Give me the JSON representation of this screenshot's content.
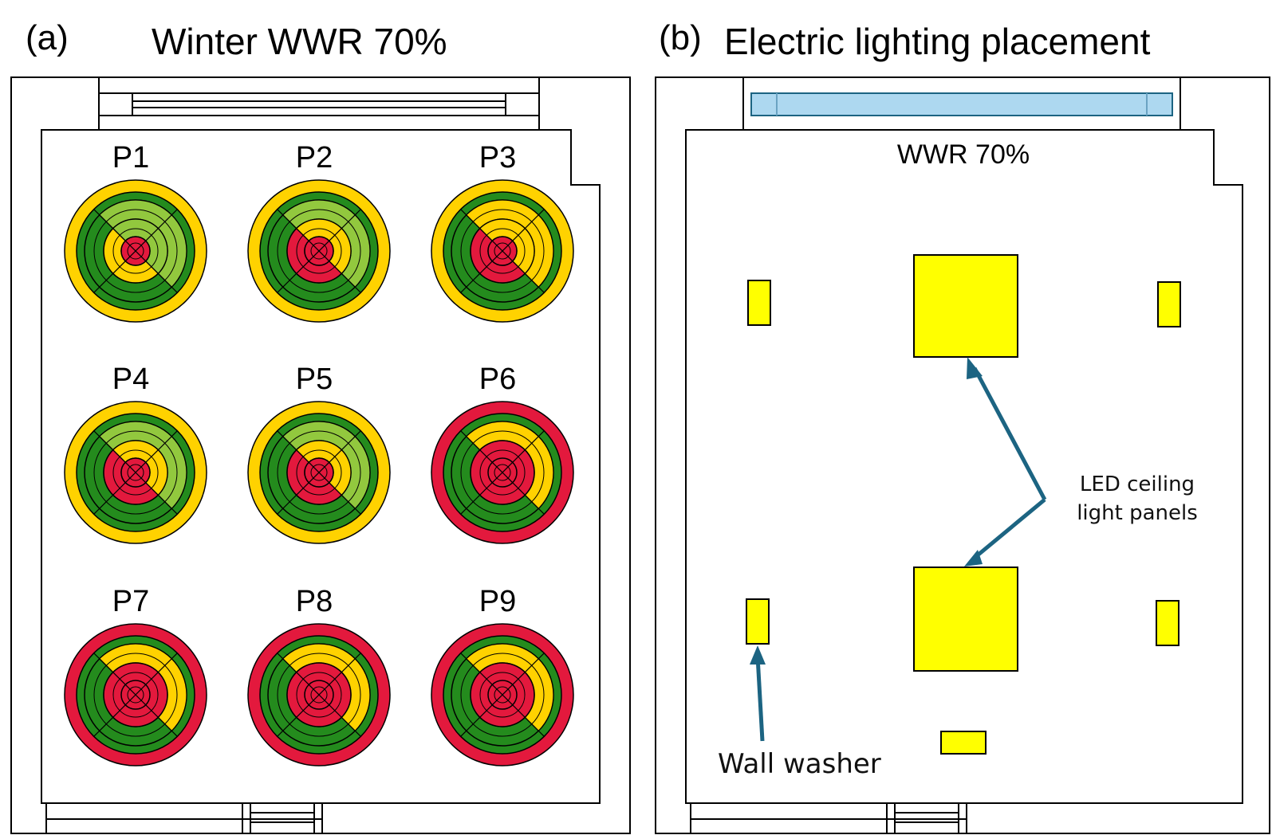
{
  "panel_a": {
    "tag": "(a)",
    "title": "Winter WWR 70%",
    "colors": {
      "red": "#e3193d",
      "yellow": "#ffd200",
      "dark_green": "#248b1d",
      "light_green": "#92c83e"
    },
    "sensors": [
      {
        "label": "P1",
        "rings": [
          {
            "fill": "red"
          },
          {
            "fill": "yellow",
            "partial": "light_green"
          },
          {
            "fill": "dark_green",
            "partial": "light_green"
          },
          {
            "fill": "dark_green"
          },
          {
            "fill": "yellow"
          }
        ]
      },
      {
        "label": "P2",
        "rings": [
          {
            "fill": "red"
          },
          {
            "fill": "red",
            "partial": "yellow"
          },
          {
            "fill": "dark_green",
            "partial": "light_green"
          },
          {
            "fill": "dark_green"
          },
          {
            "fill": "yellow"
          }
        ]
      },
      {
        "label": "P3",
        "rings": [
          {
            "fill": "red"
          },
          {
            "fill": "red",
            "partial": "yellow"
          },
          {
            "fill": "dark_green",
            "partial": "yellow"
          },
          {
            "fill": "dark_green"
          },
          {
            "fill": "yellow"
          }
        ]
      },
      {
        "label": "P4",
        "rings": [
          {
            "fill": "red"
          },
          {
            "fill": "red",
            "partial": "yellow"
          },
          {
            "fill": "dark_green",
            "partial": "light_green"
          },
          {
            "fill": "dark_green"
          },
          {
            "fill": "yellow"
          }
        ]
      },
      {
        "label": "P5",
        "rings": [
          {
            "fill": "red"
          },
          {
            "fill": "red",
            "partial": "yellow"
          },
          {
            "fill": "dark_green",
            "partial": "light_green"
          },
          {
            "fill": "dark_green"
          },
          {
            "fill": "yellow"
          }
        ]
      },
      {
        "label": "P6",
        "rings": [
          {
            "fill": "red"
          },
          {
            "fill": "red"
          },
          {
            "fill": "dark_green",
            "partial": "yellow"
          },
          {
            "fill": "dark_green"
          },
          {
            "fill": "red"
          }
        ]
      },
      {
        "label": "P7",
        "rings": [
          {
            "fill": "red"
          },
          {
            "fill": "red"
          },
          {
            "fill": "dark_green",
            "partial": "yellow"
          },
          {
            "fill": "dark_green"
          },
          {
            "fill": "red"
          }
        ]
      },
      {
        "label": "P8",
        "rings": [
          {
            "fill": "red"
          },
          {
            "fill": "red"
          },
          {
            "fill": "dark_green",
            "partial": "yellow"
          },
          {
            "fill": "dark_green"
          },
          {
            "fill": "red"
          }
        ]
      },
      {
        "label": "P9",
        "rings": [
          {
            "fill": "red"
          },
          {
            "fill": "red"
          },
          {
            "fill": "dark_green",
            "partial": "yellow"
          },
          {
            "fill": "dark_green"
          },
          {
            "fill": "red"
          }
        ]
      }
    ]
  },
  "panel_b": {
    "tag": "(b)",
    "title": "Electric lighting placement",
    "window_label": "WWR 70%",
    "led_label_line1": "LED ceiling",
    "led_label_line2": "light panels",
    "wall_washer_label": "Wall washer",
    "colors": {
      "fixture": "#ffff00",
      "glazing": "#add8f0",
      "arrow": "#1c6482"
    }
  }
}
